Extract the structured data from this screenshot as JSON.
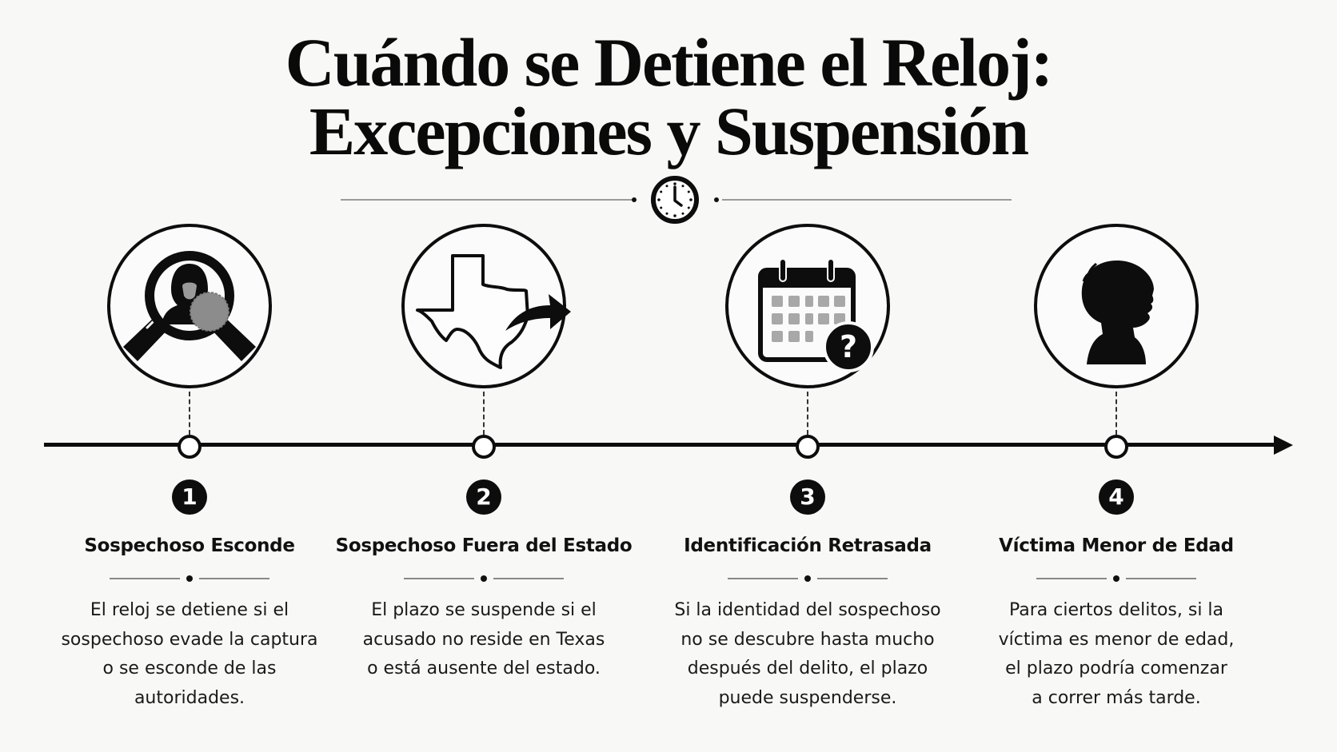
{
  "title": {
    "line1": "Cuándo se Detiene el Reloj:",
    "line2": "Excepciones y Suspensión",
    "ornament_icon": "clock-icon"
  },
  "colors": {
    "background": "#f8f8f7",
    "ink": "#0d0d0d",
    "muted_gray": "#9a9a9a",
    "icon_gray": "#8c8c8c"
  },
  "timeline": {
    "direction": "left-to-right",
    "end": "arrow"
  },
  "steps": [
    {
      "number": "1",
      "icon": "magnifier-hooded-suspect-icon",
      "heading": "Sospechoso Esconde",
      "body_lines": [
        "El reloj se detiene si el",
        "sospechoso evade la captura",
        "o se esconde de las",
        "autoridades."
      ]
    },
    {
      "number": "2",
      "icon": "texas-map-arrow-icon",
      "heading": "Sospechoso Fuera del Estado",
      "body_lines": [
        "El plazo se suspende si el",
        "acusado no reside en Texas",
        "o está ausente del estado."
      ]
    },
    {
      "number": "3",
      "icon": "calendar-question-icon",
      "heading": "Identificación Retrasada",
      "body_lines": [
        "Si la identidad del sospechoso",
        "no se descubre hasta mucho",
        "después del delito, el plazo",
        "puede suspenderse."
      ]
    },
    {
      "number": "4",
      "icon": "child-silhouette-icon",
      "heading": "Víctima Menor de Edad",
      "body_lines": [
        "Para ciertos delitos, si la",
        "víctima es menor de edad,",
        "el plazo podría comenzar",
        "a correr más tarde."
      ]
    }
  ]
}
